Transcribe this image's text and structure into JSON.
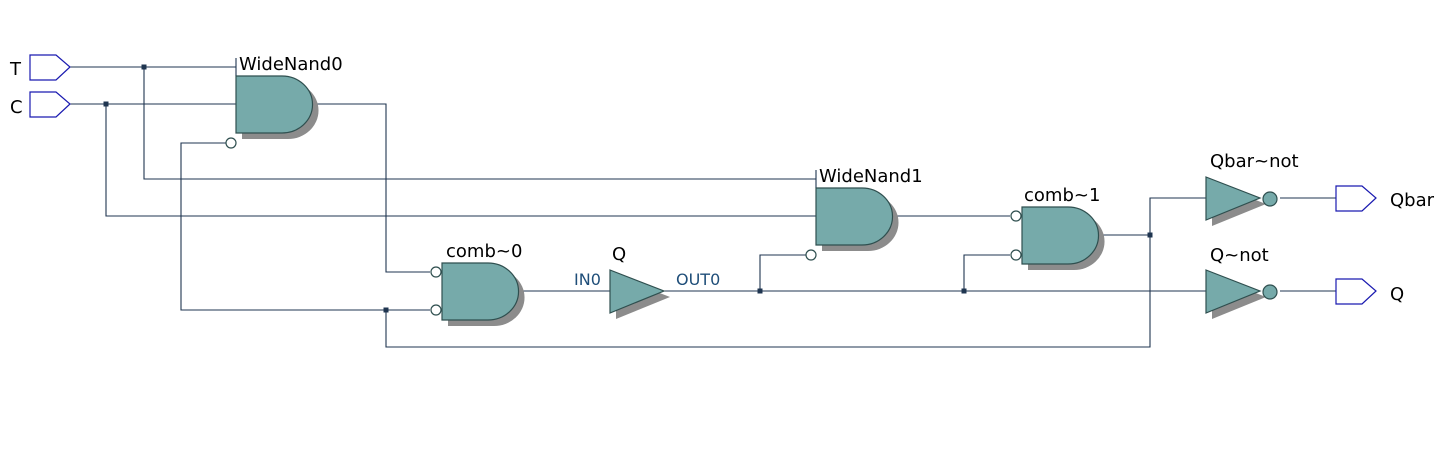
{
  "colors": {
    "gate_fill": "#76aaaa",
    "gate_shadow": "#8c8c8c",
    "wire": "#1f3550",
    "pin_border": "#1a1ab0"
  },
  "inputs": {
    "t": "T",
    "c": "C"
  },
  "outputs": {
    "qbar": "Qbar",
    "q": "Q"
  },
  "gates": {
    "wide_nand0": "WideNand0",
    "wide_nand1": "WideNand1",
    "comb0": "comb~0",
    "comb1": "comb~1",
    "q_buffer": "Q",
    "qbar_not": "Qbar~not",
    "q_not": "Q~not"
  },
  "ports": {
    "in0": "IN0",
    "out0": "OUT0"
  }
}
